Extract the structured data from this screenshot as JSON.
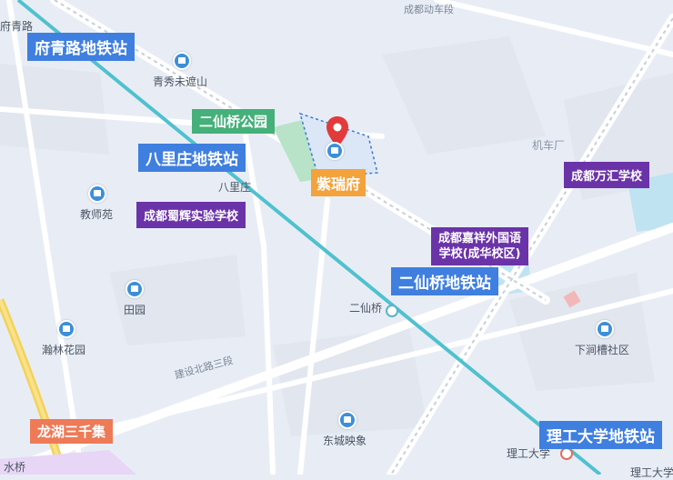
{
  "map": {
    "colors": {
      "background": "#e8edf5",
      "metro_line": "#4fc1cf",
      "main_road": "#f4d25a",
      "metro_label": "#3f7fdf",
      "school_label": "#6b33a8",
      "park_label": "#45b07a",
      "mall_label": "#ee7a57",
      "target_label": "#f4a23c",
      "pin": "#e23b3b"
    },
    "metro_stations": [
      {
        "name": "府青路地铁站"
      },
      {
        "name": "八里庄地铁站"
      },
      {
        "name": "二仙桥地铁站"
      },
      {
        "name": "理工大学地铁站"
      }
    ],
    "schools": [
      {
        "name": "成都蜀辉实验学校"
      },
      {
        "name": "成都万汇学校"
      },
      {
        "name": "成都嘉祥外国语",
        "name2": "学校(成华校区)"
      }
    ],
    "park": {
      "name": "二仙桥公园"
    },
    "mall": {
      "name": "龙湖三千集"
    },
    "target": {
      "name": "紫瑞府",
      "pin_icon": "location-pin-icon"
    },
    "pois": [
      {
        "name": "青秀未遮山",
        "icon": "building-icon"
      },
      {
        "name": "教师苑",
        "icon": "building-icon"
      },
      {
        "name": "田园",
        "icon": "building-icon"
      },
      {
        "name": "瀚林花园",
        "icon": "building-icon"
      },
      {
        "name": "下涧槽社区",
        "icon": "building-icon"
      },
      {
        "name": "东城映象",
        "icon": "building-icon"
      }
    ],
    "place_labels": {
      "fuqing_cut": "府青路",
      "bali": "八里庄",
      "erxian": "二仙桥",
      "ligong": "理工大学",
      "ligong_cut": "理工大学",
      "jichechang": "机车厂",
      "shuiqiao": "水桥"
    },
    "roads": {
      "chengdu_dongduan": "成都动车段",
      "jianshe": "建设北路三段"
    }
  }
}
